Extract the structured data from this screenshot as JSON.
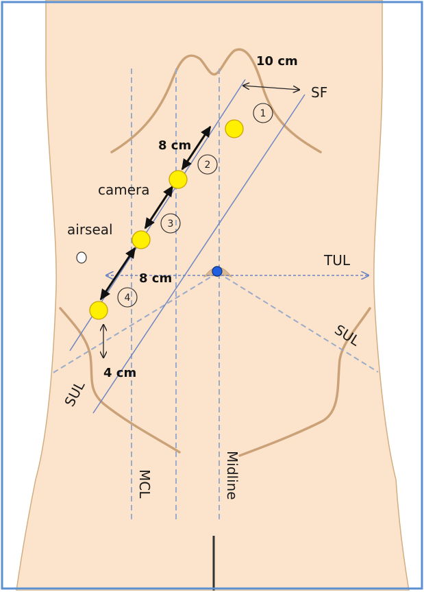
{
  "colors": {
    "skin": "#fbe3cc",
    "skin_outline": "#d2ad80",
    "contour": "#cba277",
    "border": "#5b8fd1",
    "guide_line": "#9aaac8",
    "ref_line": "#6d85c2",
    "port": "#ffef00",
    "umbilicus": "#1f5fe0"
  },
  "labels": {
    "ten_cm": "10 cm",
    "sf": "SF",
    "eight_cm_upper": "8 cm",
    "camera": "camera",
    "airseal": "airseal",
    "tul": "TUL",
    "eight_cm_lower": "8 cm",
    "sul_right": "SUL",
    "four_cm": "4 cm",
    "sul_left": "SUL",
    "mcl": "MCL",
    "midline": "Midline"
  },
  "ports": [
    {
      "number": "1"
    },
    {
      "number": "2"
    },
    {
      "number": "3"
    },
    {
      "number": "4"
    }
  ]
}
